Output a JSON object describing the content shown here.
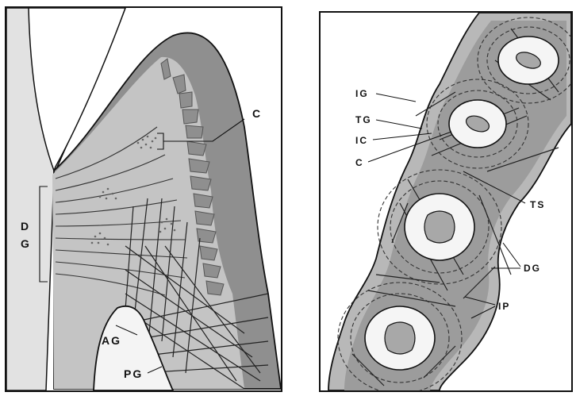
{
  "left_panel": {
    "labels": {
      "c": "C",
      "dg_top": "D",
      "dg_bottom": "G",
      "ag": "AG",
      "pg": "PG"
    }
  },
  "right_panel": {
    "labels": {
      "ig": "IG",
      "tg": "TG",
      "ic": "IC",
      "c": "C",
      "ts": "TS",
      "dg": "DG",
      "ip": "IP"
    }
  },
  "colors": {
    "outline": "#111111",
    "tooth_surface": "#e6e6e6",
    "gingiva_dark": "#8e8e8e",
    "gingiva_light": "#b8b8b8",
    "fiber_line": "#2a2a2a",
    "bone": "#f4f4f4"
  }
}
